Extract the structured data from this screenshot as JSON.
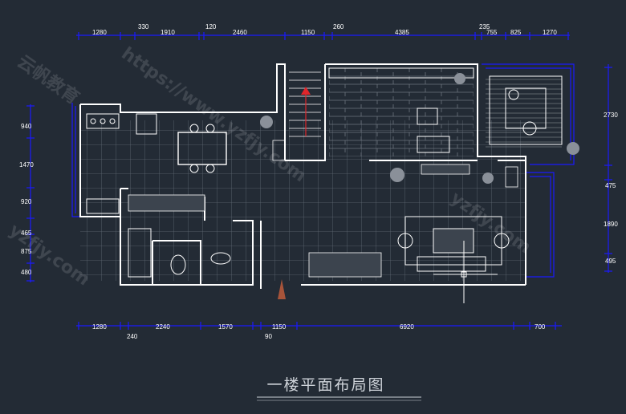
{
  "title": "一楼平面布局图",
  "dims": {
    "top": [
      "1280",
      "330",
      "1910",
      "120",
      "2460",
      "1150",
      "260",
      "4385",
      "235",
      "755",
      "825",
      "1270"
    ],
    "bottom": [
      "1280",
      "240",
      "2240",
      "1570",
      "1150",
      "90",
      "6920",
      "700"
    ],
    "left": [
      "940",
      "1470",
      "920",
      "465",
      "875",
      "480"
    ],
    "right": [
      "2730",
      "475",
      "1890",
      "495"
    ]
  },
  "colors": {
    "background": "#232b35",
    "wall": "#ffffff",
    "dimension": "#1a1aff",
    "arrow": "#e0262b",
    "entry": "#a7543a"
  },
  "watermarks": [
    "https://www.yzfjy.com",
    "云帆教育",
    "yzfjy.com",
    "yzfjy.com"
  ]
}
